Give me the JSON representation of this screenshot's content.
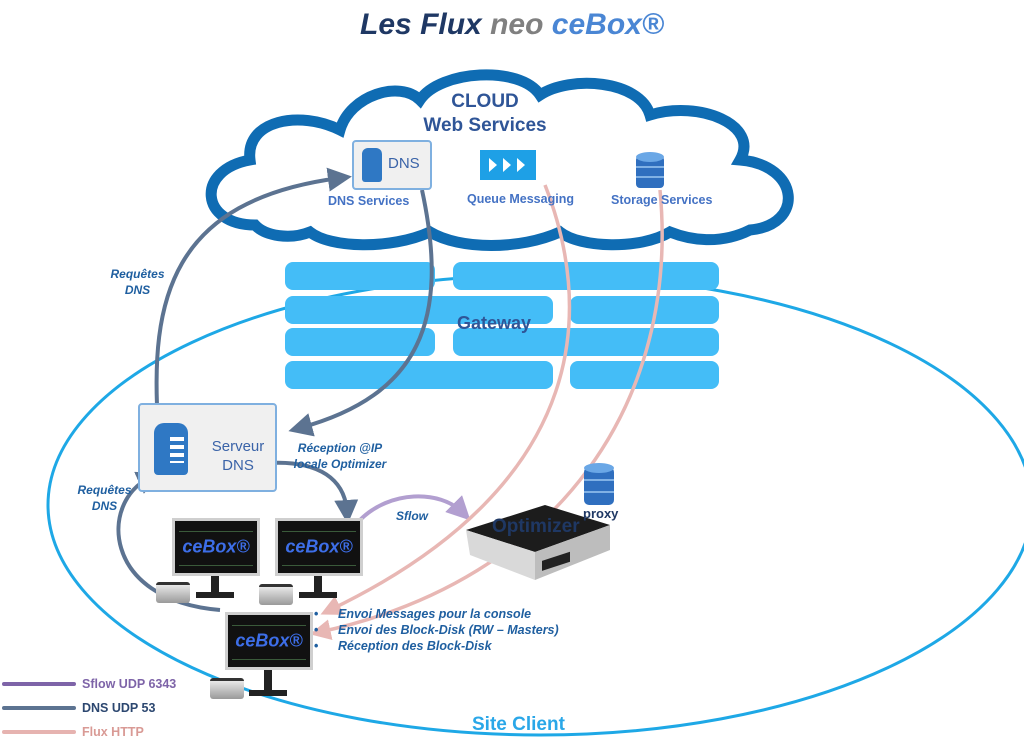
{
  "title": {
    "part1": "Les Flux",
    "part2": "neo",
    "part3": "ceBox®"
  },
  "cloud": {
    "title_line1": "CLOUD",
    "title_line2": "Web Services",
    "services": [
      {
        "label": "DNS Services",
        "icon": "server-icon",
        "badge": "DNS"
      },
      {
        "label": "Queue Messaging",
        "icon": "queue-arrows-icon"
      },
      {
        "label": "Storage Services",
        "icon": "database-icon"
      }
    ]
  },
  "gateway": {
    "label": "Gateway",
    "icon": "firewall-brick-icon"
  },
  "notes": {
    "requetes_dns_top_1": "Requêtes",
    "requetes_dns_top_2": "DNS",
    "requetes_dns_left_1": "Requêtes",
    "requetes_dns_left_2": "DNS",
    "reception_1": "Réception @IP",
    "reception_2": "locale Optimizer",
    "sflow": "Sflow"
  },
  "dns_server": {
    "line1": "Serveur",
    "line2": "DNS",
    "icon": "server-icon"
  },
  "clients": [
    {
      "screen_label": "ceBox®"
    },
    {
      "screen_label": "ceBox®"
    },
    {
      "screen_label": "ceBox®"
    }
  ],
  "optimizer": {
    "label": "Optimizer",
    "proxy_label": "proxy"
  },
  "http_flows": [
    "Envoi Messages pour la console",
    "Envoi des Block-Disk (RW – Masters)",
    "Réception des Block-Disk"
  ],
  "legend": [
    {
      "label": "Sflow UDP 6343",
      "color": "#7e64a8"
    },
    {
      "label": "DNS UDP 53",
      "color": "#5c7391"
    },
    {
      "label": "Flux HTTP",
      "color": "#e6b3b0"
    }
  ],
  "site": {
    "label": "Site Client"
  },
  "colors": {
    "cloud_outline": "#0f6cb3",
    "site_outline": "#1ea8e6",
    "gateway_fill": "#44bdf7",
    "dns_flow": "#5c7391",
    "sflow": "#b29fd0",
    "http_flow": "#e8b7b4"
  }
}
